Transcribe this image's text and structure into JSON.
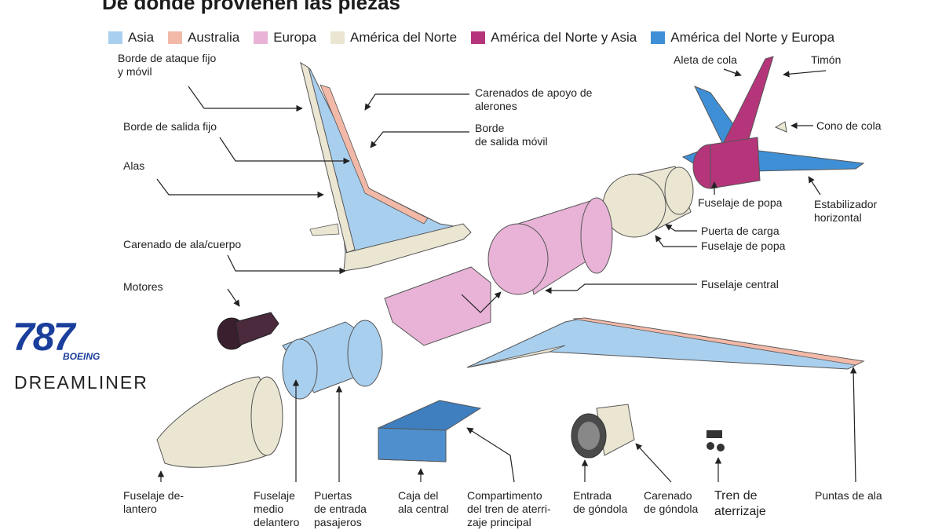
{
  "title": "De donde provienen las piezas",
  "legend": [
    {
      "label": "Asia",
      "color": "#a9cfee"
    },
    {
      "label": "Australia",
      "color": "#f3b9a8"
    },
    {
      "label": "Europa",
      "color": "#e8b3d7"
    },
    {
      "label": "América del Norte",
      "color": "#ebe6d2"
    },
    {
      "label": "América del Norte y Asia",
      "color": "#b5357b"
    },
    {
      "label": "América del Norte y Europa",
      "color": "#3f8fd6"
    }
  ],
  "labels": {
    "borde_ataque": "Borde de ataque fijo\ny móvil",
    "borde_salida_fijo": "Borde de salida fijo",
    "alas": "Alas",
    "carenado_ala": "Carenado de ala/cuerpo",
    "motores": "Motores",
    "carenados_apoyo": "Carenados de apoyo de\nalerones",
    "borde_salida_movil": "Borde\nde salida móvil",
    "aleta_cola": "Aleta de cola",
    "timon": "Timón",
    "cono_cola": "Cono de cola",
    "fuselaje_popa_1": "Fuselaje de popa",
    "estabilizador": "Estabilizador\nhorizontal",
    "puerta_carga": "Puerta de carga",
    "fuselaje_popa_2": "Fuselaje de popa",
    "fuselaje_central": "Fuselaje central",
    "fuselaje_delantero": "Fuselaje de-\nlantero",
    "fuselaje_medio": "Fuselaje\nmedio\ndelantero",
    "puertas": "Puertas\nde entrada\npasajeros",
    "caja_ala": "Caja del\nala central",
    "compartimento": "Compartimento\ndel tren de aterri-\nzaje principal",
    "entrada_gondola": "Entrada\nde góndola",
    "carenado_gondola": "Carenado\nde góndola",
    "tren": "Tren de\naterrizaje",
    "puntas": "Puntas de ala"
  },
  "logo": {
    "model": "787",
    "brand": "BOEING",
    "name": "DREAMLINER"
  }
}
